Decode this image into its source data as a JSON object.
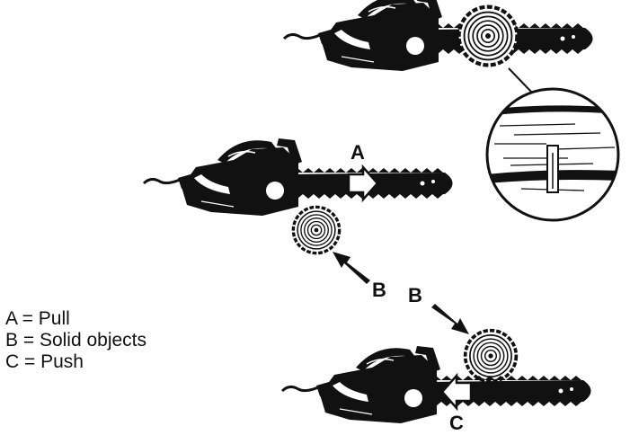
{
  "labels": {
    "a": "A",
    "b_upper": "B",
    "b_lower": "B",
    "c": "C"
  },
  "legend": [
    "A = Pull",
    "B = Solid objects",
    "C = Push"
  ],
  "colors": {
    "ink": "#111111",
    "paper": "#ffffff"
  }
}
